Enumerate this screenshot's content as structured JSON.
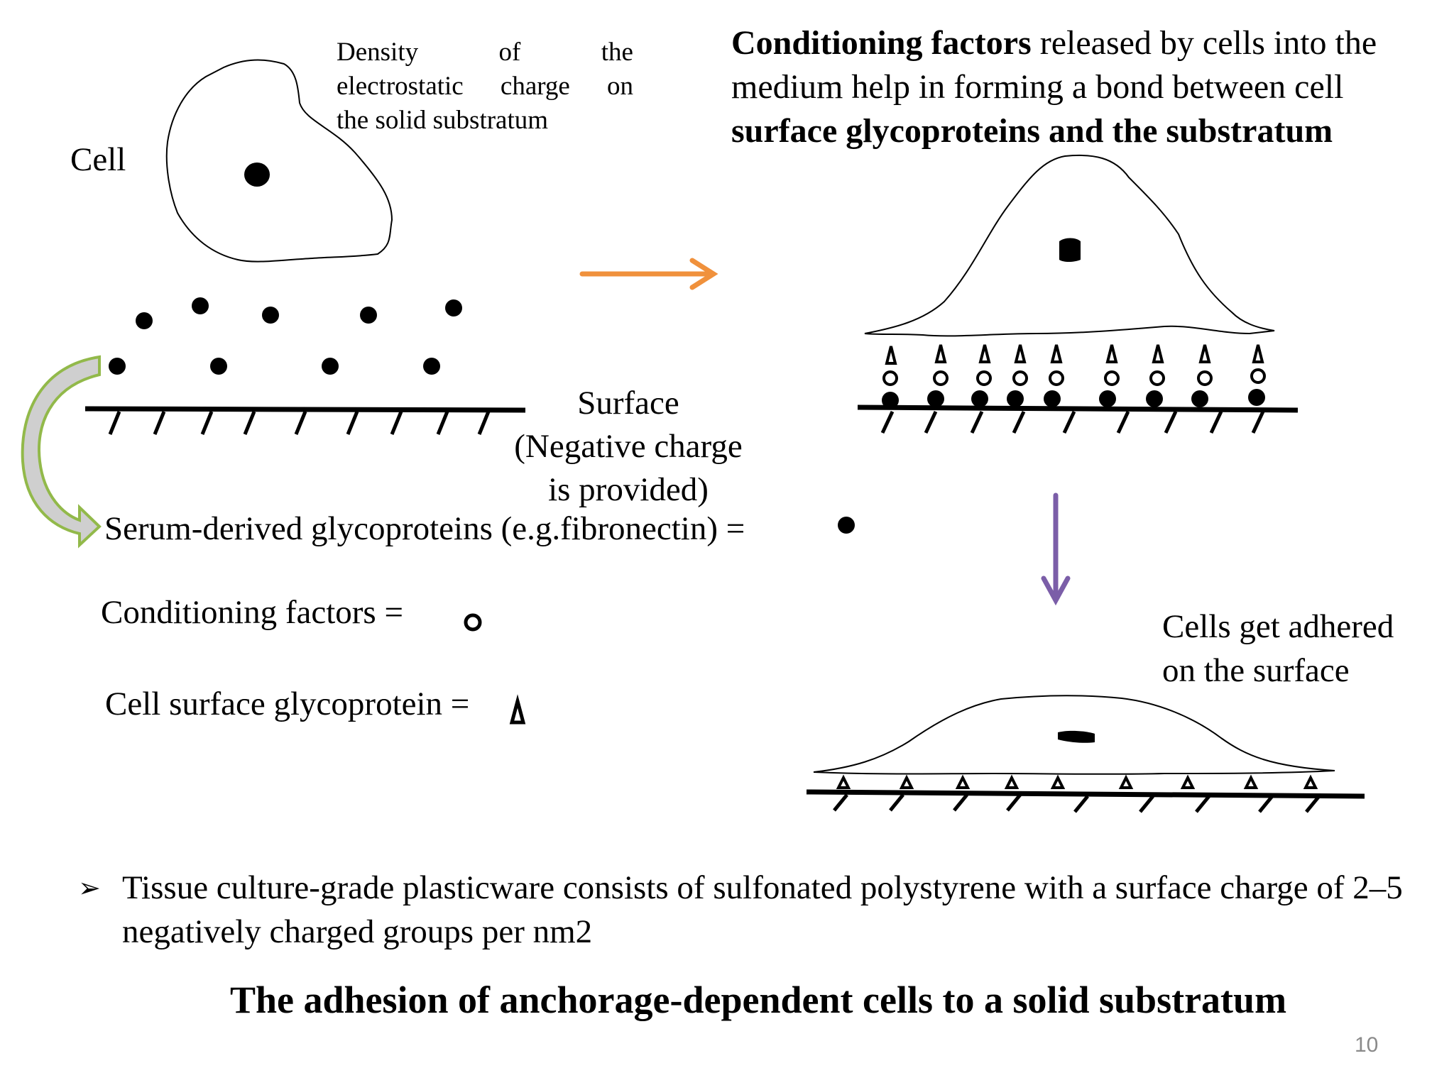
{
  "left_panel": {
    "cell_label": "Cell",
    "density_note": {
      "line1": [
        "Density",
        "of",
        "the"
      ],
      "line2": [
        "electrostatic",
        "charge",
        "on"
      ],
      "line3": "the solid substratum"
    },
    "surface_label": [
      "Surface",
      "(Negative charge",
      "is provided)"
    ]
  },
  "right_panel": {
    "heading": {
      "bold1": "Conditioning factors",
      "normal1": " released by cells into the medium help in forming a bond between cell ",
      "bold2": "surface glycoproteins and the substratum"
    },
    "adhered_label": [
      "Cells get adhered",
      "on the surface"
    ]
  },
  "legend": {
    "serum": "Serum-derived glycoproteins (e.g.fibronectin) =",
    "conditioning": "Conditioning factors =",
    "glycoprotein": "Cell surface glycoprotein ="
  },
  "bullet": "Tissue culture-grade plasticware consists of sulfonated polystyrene with a surface charge of 2–5 negatively charged groups per nm2",
  "caption": "The adhesion of anchorage-dependent cells to a solid substratum",
  "page_number": "10",
  "colors": {
    "orange_arrow": "#f0913c",
    "purple_arrow": "#7b5ea8",
    "green_arrow_outline": "#92b94a",
    "green_arrow_fill": "#cfcfcf"
  }
}
